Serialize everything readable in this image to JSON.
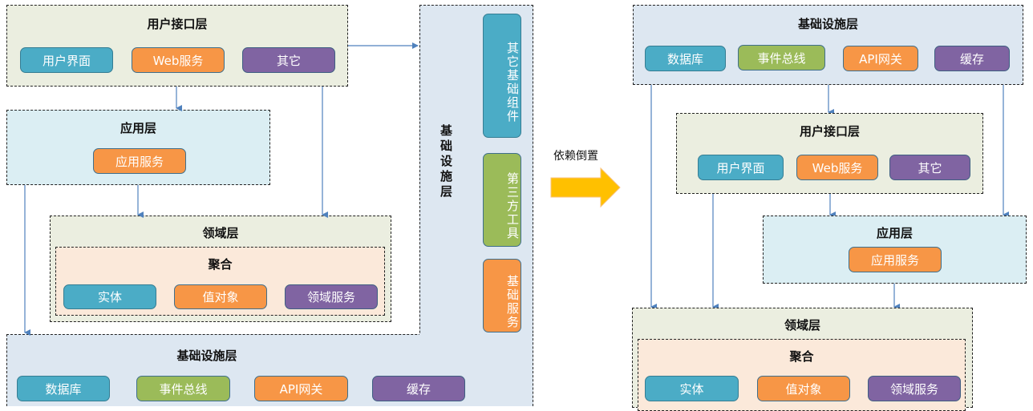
{
  "left": {
    "ui_layer": {
      "title": "用户接口层",
      "items": [
        "用户界面",
        "Web服务",
        "其它"
      ]
    },
    "app_layer": {
      "title": "应用层",
      "items": [
        "应用服务"
      ]
    },
    "domain_layer": {
      "title": "领域层",
      "aggregate": {
        "title": "聚合",
        "items": [
          "实体",
          "值对象",
          "领域服务"
        ]
      }
    },
    "infra_layer": {
      "title": "基础设施层",
      "items": [
        "数据库",
        "事件总线",
        "API网关",
        "缓存"
      ],
      "side_items": [
        "其它基础组件",
        "第三方工具",
        "基础服务"
      ]
    }
  },
  "transition": {
    "label": "依赖倒置",
    "arrow_color": "#ffc000"
  },
  "right": {
    "infra_layer": {
      "title": "基础设施层",
      "items": [
        "数据库",
        "事件总线",
        "API网关",
        "缓存"
      ]
    },
    "ui_layer": {
      "title": "用户接口层",
      "items": [
        "用户界面",
        "Web服务",
        "其它"
      ]
    },
    "app_layer": {
      "title": "应用层",
      "items": [
        "应用服务"
      ]
    },
    "domain_layer": {
      "title": "领域层",
      "aggregate": {
        "title": "聚合",
        "items": [
          "实体",
          "值对象",
          "领域服务"
        ]
      }
    }
  },
  "colors": {
    "connector": "#4f81bd",
    "cyan": "#4bacc6",
    "orange": "#f79646",
    "purple": "#8064a2",
    "green": "#9bbb59"
  }
}
